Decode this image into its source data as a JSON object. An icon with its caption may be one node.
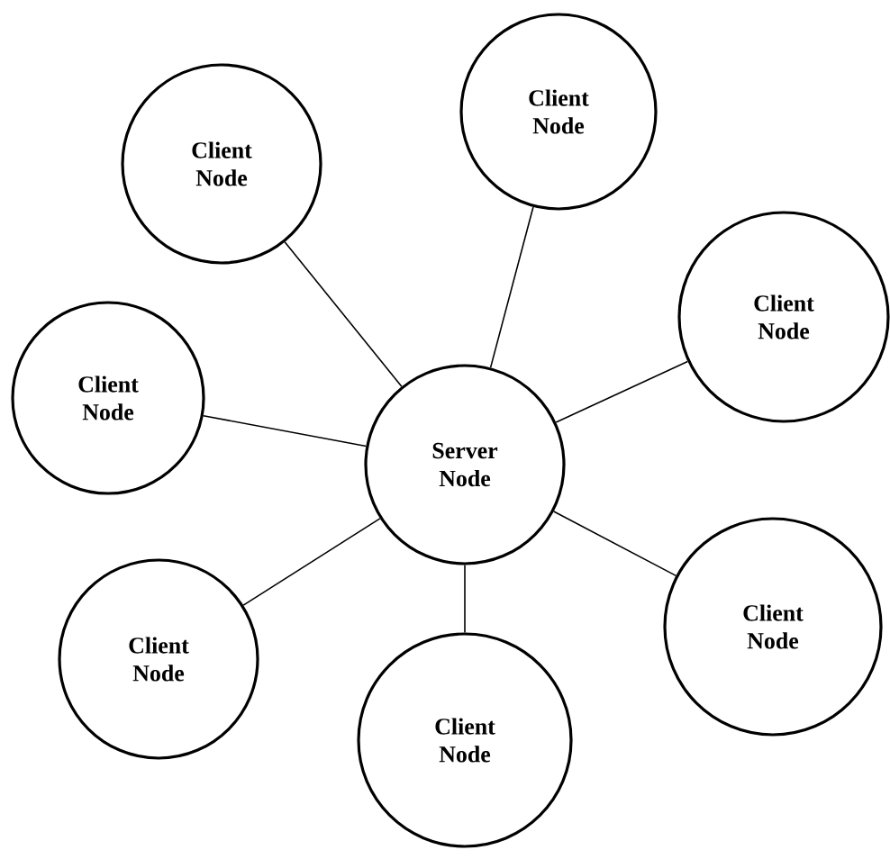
{
  "diagram": {
    "nodes": [
      {
        "text": [
          "Client Node"
        ]
      },
      {
        "text": [
          "Client Node"
        ]
      },
      {
        "text": [
          "Client Node"
        ]
      },
      {
        "text": [
          "Client Node"
        ]
      },
      {
        "text": [
          "Server Node"
        ]
      },
      {
        "text": [
          "Client Node"
        ]
      },
      {
        "text": [
          "Client Node"
        ]
      },
      {
        "text": [
          "Client Node"
        ]
      }
    ],
    "edges": [
      {
        "from": 4,
        "to": 0,
        "arrow": "none"
      },
      {
        "from": 4,
        "to": 1,
        "arrow": "none"
      },
      {
        "from": 4,
        "to": 2,
        "arrow": "none"
      },
      {
        "from": 4,
        "to": 3,
        "arrow": "none"
      },
      {
        "from": 4,
        "to": 5,
        "arrow": "none"
      },
      {
        "from": 4,
        "to": 6,
        "arrow": "none"
      },
      {
        "from": 4,
        "to": 7,
        "arrow": "none"
      }
    ]
  }
}
